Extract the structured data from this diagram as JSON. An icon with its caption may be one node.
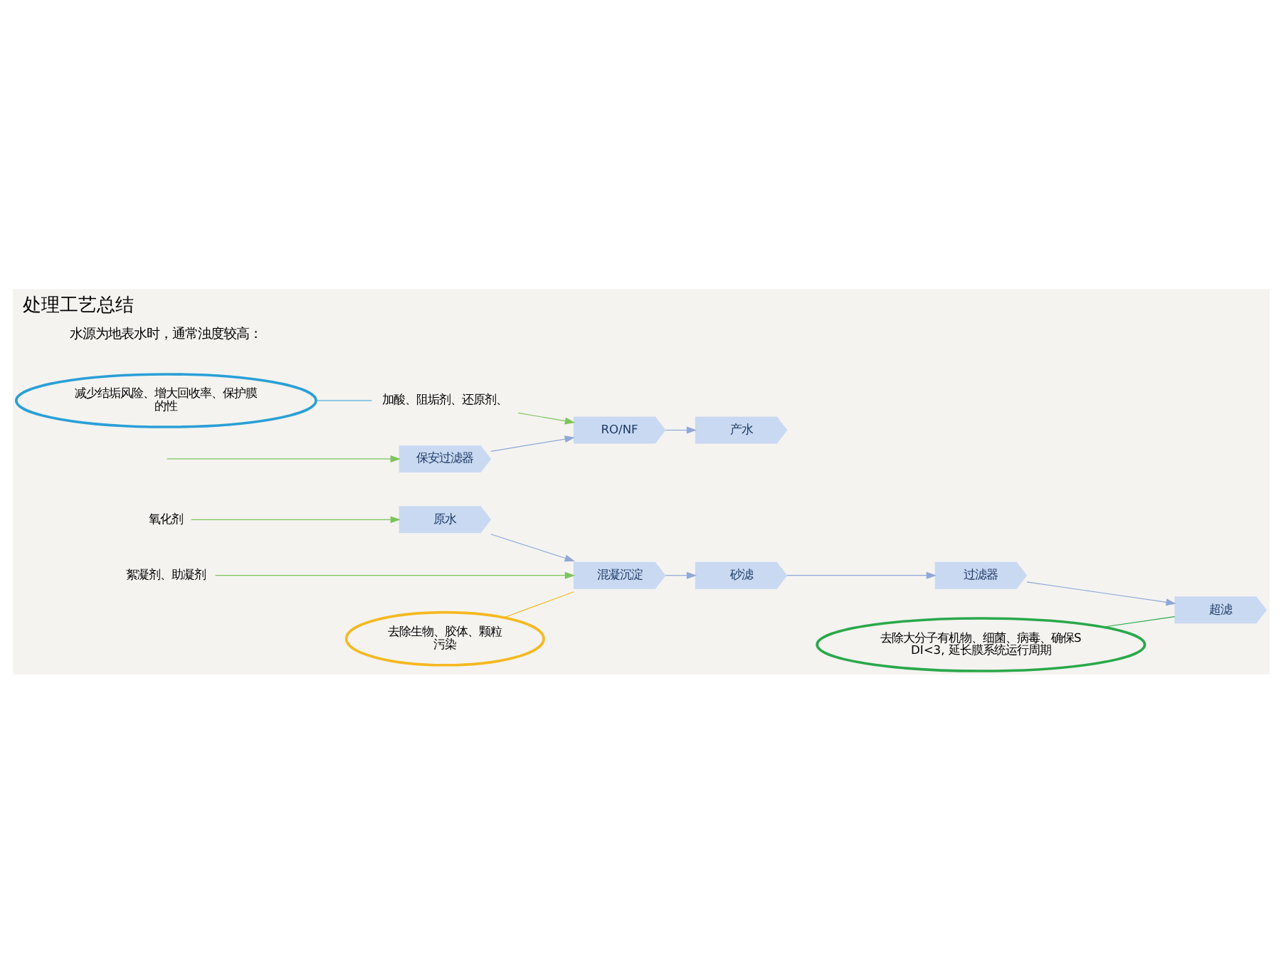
{
  "diagram": {
    "title": "处理工艺总结",
    "nodes": [
      {
        "text": [
          "氧化剂"
        ]
      },
      {
        "text": [
          "絮凝剂、助凝剂"
        ]
      },
      {
        "text": [
          "原水"
        ]
      },
      {
        "text": [
          "混凝沉淀"
        ]
      },
      {
        "text": [
          "砂滤"
        ]
      },
      {
        "text": [
          "过滤器"
        ]
      },
      {
        "text": [
          "超滤"
        ]
      },
      {
        "text": [
          "保安过滤器"
        ]
      },
      {
        "text": [
          "RO/NF"
        ]
      },
      {
        "text": [
          "产水"
        ]
      },
      {
        "text": [
          "加酸、阻垢剂、还原剂、"
        ]
      },
      {
        "text": [
          "去除大分子有机物、细菌、病毒、确保SDI<3, 延长膜系统运行周期"
        ]
      },
      {
        "text": [
          "去除生物、胶体、颗粒污染"
        ]
      },
      {
        "text": [
          "减少结垢风险、增大回收率、保护膜的性"
        ]
      }
    ],
    "edges": [
      {
        "from": 0,
        "to": 2,
        "arrow": "to",
        "color": "#7cc45a"
      },
      {
        "from": 1,
        "to": 3,
        "arrow": "to",
        "color": "#7cc45a"
      },
      {
        "from": 2,
        "to": 3,
        "arrow": "to"
      },
      {
        "from": 3,
        "to": 4,
        "arrow": "to"
      },
      {
        "from": 4,
        "to": 5,
        "arrow": "to"
      },
      {
        "from": 5,
        "to": 6,
        "arrow": "to"
      },
      {
        "from": null,
        "to": 7,
        "arrow": "to",
        "color": "#7cc45a"
      },
      {
        "from": 7,
        "to": 8,
        "arrow": "to"
      },
      {
        "from": 8,
        "to": 9,
        "arrow": "to"
      },
      {
        "from": 10,
        "to": 8,
        "arrow": "to",
        "color": "#7cc45a"
      },
      {
        "from": 11,
        "to": 6,
        "arrow": "none",
        "color": "#2aa84a"
      },
      {
        "from": 12,
        "to": 3,
        "arrow": "none",
        "color": "#f5b820"
      },
      {
        "from": 13,
        "to": 10,
        "arrow": "none",
        "color": "#2a9fd6"
      }
    ],
    "labels": [
      "水源为地表水时，通常浊度较高："
    ]
  }
}
